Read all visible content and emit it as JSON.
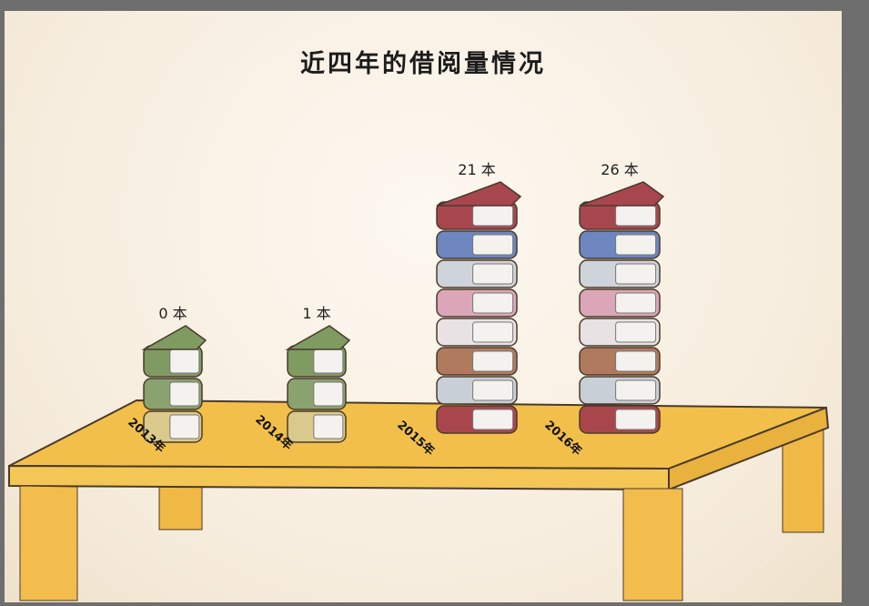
{
  "chart_data": {
    "type": "bar",
    "title": "近四年的借阅量情况",
    "categories": [
      "2013年",
      "2014年",
      "2015年",
      "2016年"
    ],
    "values": [
      0,
      1,
      21,
      26
    ],
    "value_labels": [
      "0 本",
      "1 本",
      "21 本",
      "26 本"
    ],
    "unit": "本",
    "style": "pictorial book stacks on a wooden table",
    "colors": {
      "table": "#f2c04a",
      "background": "#f8efe2",
      "frame": "#6e6e6e"
    }
  }
}
